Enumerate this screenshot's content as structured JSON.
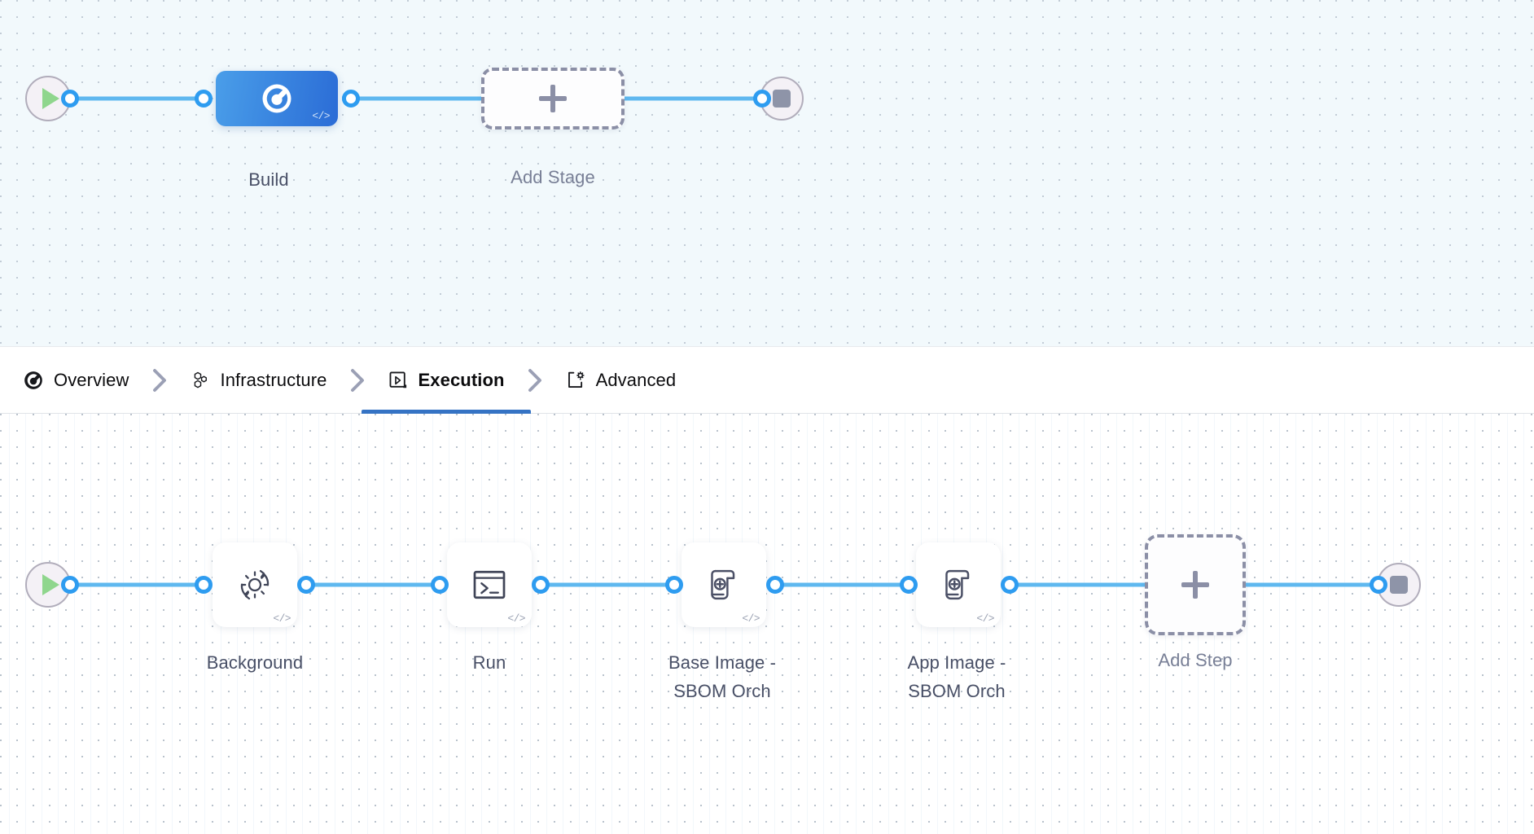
{
  "pipeline": {
    "stage_graph": {
      "start_node": {
        "name": "start-node",
        "icon": "play-icon"
      },
      "end_node": {
        "name": "end-node",
        "icon": "stop-icon"
      },
      "stages": [
        {
          "label": "Build",
          "icon": "harness-pipeline-icon",
          "badge": "</>",
          "selected": true
        }
      ],
      "add_stage": {
        "label": "Add Stage",
        "icon": "plus-icon"
      }
    },
    "step_graph": {
      "start_node": {
        "name": "start-node",
        "icon": "play-icon"
      },
      "end_node": {
        "name": "end-node",
        "icon": "stop-icon"
      },
      "steps": [
        {
          "label": "Background",
          "icon": "gear-refresh-icon",
          "badge": "</>"
        },
        {
          "label": "Run",
          "icon": "terminal-icon",
          "badge": "</>"
        },
        {
          "label": "Base Image -\nSBOM Orch",
          "icon": "scroll-plus-icon",
          "badge": "</>"
        },
        {
          "label": "App Image -\nSBOM Orch",
          "icon": "scroll-plus-icon",
          "badge": "</>"
        }
      ],
      "add_step": {
        "label": "Add Step",
        "icon": "plus-icon"
      }
    }
  },
  "tabs": {
    "separator_icon": "chevron-right-icon",
    "items": [
      {
        "label": "Overview",
        "icon": "harness-pipeline-icon",
        "active": false
      },
      {
        "label": "Infrastructure",
        "icon": "hexagons-icon",
        "active": false
      },
      {
        "label": "Execution",
        "icon": "play-box-icon",
        "active": true
      },
      {
        "label": "Advanced",
        "icon": "card-gear-icon",
        "active": false
      }
    ]
  },
  "colors": {
    "accent_blue": "#2e9cf0",
    "edge_blue": "#5fb8ef",
    "active_tab_underline": "#3573c4",
    "stage_gradient_start": "#4a9ee9",
    "stage_gradient_end": "#2b6cd6",
    "play_green": "#8fd68d",
    "stop_gray": "#8e94a8",
    "dashed_border": "#8b8fa6",
    "stage_canvas_bg": "#f2f9fc",
    "step_canvas_bg": "#ffffff",
    "caption_text": "#484f66"
  }
}
